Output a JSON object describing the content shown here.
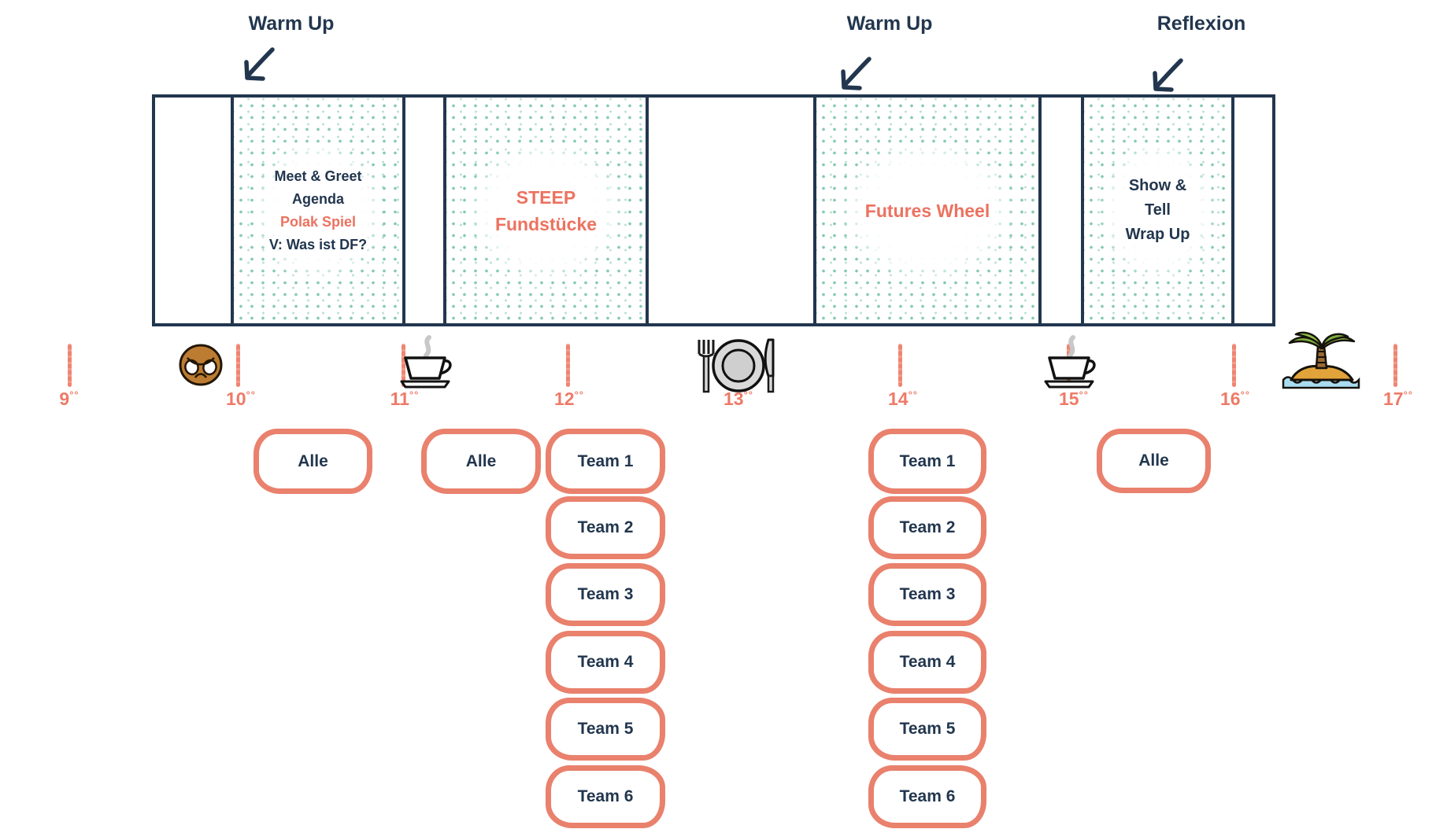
{
  "colors": {
    "navy": "#22364e",
    "salmon_text": "#ec7260",
    "tick_salmon": "#ee8471",
    "dot_teal": "#7fc7ae",
    "pill_border": "#e9816d"
  },
  "annotations": [
    {
      "label": "Warm Up"
    },
    {
      "label": "Warm Up"
    },
    {
      "label": "Reflexion"
    }
  ],
  "sections": {
    "meet_greet": {
      "line1": "Meet & Greet",
      "line2": "Agenda",
      "line3": "Polak Spiel",
      "line4": "V: Was ist DF?"
    },
    "steep": {
      "line1": "STEEP",
      "line2": "Fundstücke"
    },
    "futures": {
      "line1": "Futures Wheel"
    },
    "show_tell": {
      "line1": "Show &",
      "line2": "Tell",
      "line3": "Wrap Up"
    }
  },
  "time_axis": {
    "sup": "°°",
    "hours": [
      "9",
      "10",
      "11",
      "12",
      "13",
      "14",
      "15",
      "16",
      "17"
    ],
    "icons": [
      {
        "name": "pretzel-icon"
      },
      {
        "name": "coffee-icon"
      },
      {
        "name": "lunch-icon"
      },
      {
        "name": "coffee-icon"
      },
      {
        "name": "island-icon"
      }
    ]
  },
  "groups": {
    "alle_label": "Alle",
    "team_labels": [
      "Team 1",
      "Team 2",
      "Team 3",
      "Team 4",
      "Team 5",
      "Team 6"
    ]
  }
}
